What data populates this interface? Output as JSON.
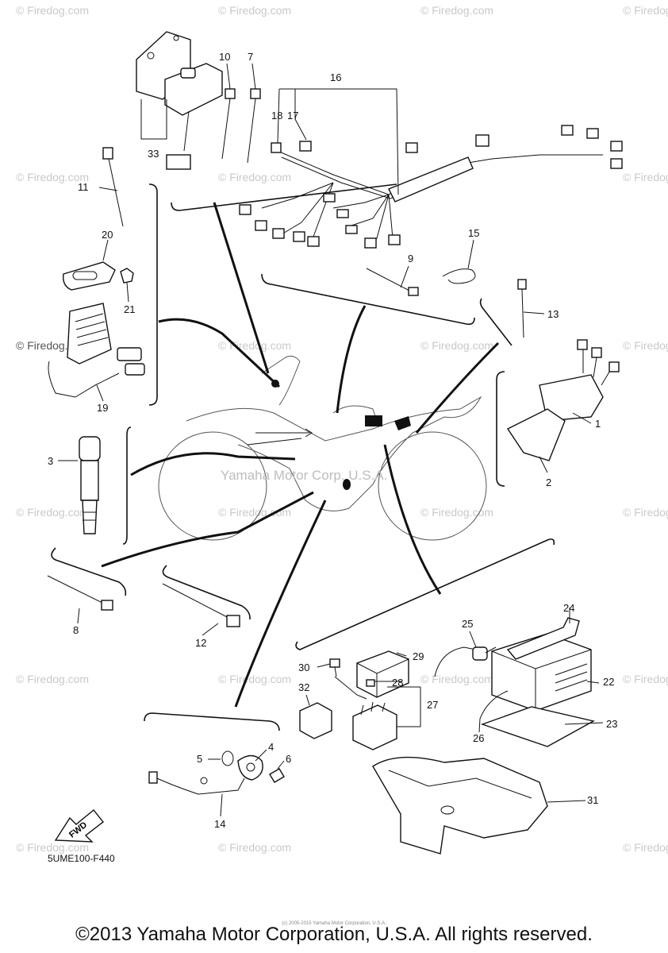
{
  "diagram": {
    "code": "5UME100-F440",
    "center_watermark": "Yamaha Motor Corp. U.S.A.",
    "watermark": "© Firedog.com",
    "fwd_label": "FWD",
    "callouts": [
      "1",
      "2",
      "3",
      "4",
      "5",
      "6",
      "7",
      "8",
      "9",
      "10",
      "11",
      "12",
      "13",
      "14",
      "15",
      "16",
      "17",
      "18",
      "19",
      "20",
      "21",
      "22",
      "23",
      "24",
      "25",
      "26",
      "27",
      "28",
      "29",
      "30",
      "31",
      "32",
      "33"
    ]
  },
  "footer": {
    "copyright": "©2013 Yamaha Motor Corporation, U.S.A. All rights reserved.",
    "fine_print": "(c) 2005-2015 Yamaha Motor Corporation, U.S.A."
  },
  "colors": {
    "ink": "#111111",
    "watermark": "#c9c9c9"
  }
}
